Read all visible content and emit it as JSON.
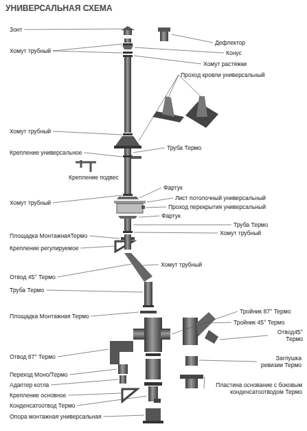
{
  "diagram": {
    "title": "УНИВЕРСАЛЬНАЯ СХЕМА",
    "labels": [
      "Зонт",
      "Дефлектор",
      "Хомут трубный",
      "Конус",
      "Хомут растяжки",
      "Проход кровли универсальный",
      "Хомут трубный",
      "Труба Термо",
      "Крепление универсальное",
      "Крепление подвес",
      "Фартук",
      "Лист потолочный универсальный",
      "Хомут трубный",
      "Проход перекрытия универсальный",
      "Фартук",
      "Труба Термо",
      "Хомут трубный",
      "Площадка МонтажнаяТермо",
      "Крепление регулируемое",
      "Хомут трубный",
      "Отвод 45° Термо",
      "Труба Термо",
      "Тройник 87° Термо",
      "Площадка Монтажная Термо",
      "Тройник 45° Термо",
      "Отвод45° Термо",
      "Отвод 87° Термо",
      "Заглушка ревизии Термо",
      "Переход Моно/Термо",
      "Пластина основание с боковым конденсатоотводом Термо",
      "Адаптер котла",
      "Крепление основное",
      "Конденсатоотвод Термо",
      "Опора монтажная универсальная"
    ]
  }
}
